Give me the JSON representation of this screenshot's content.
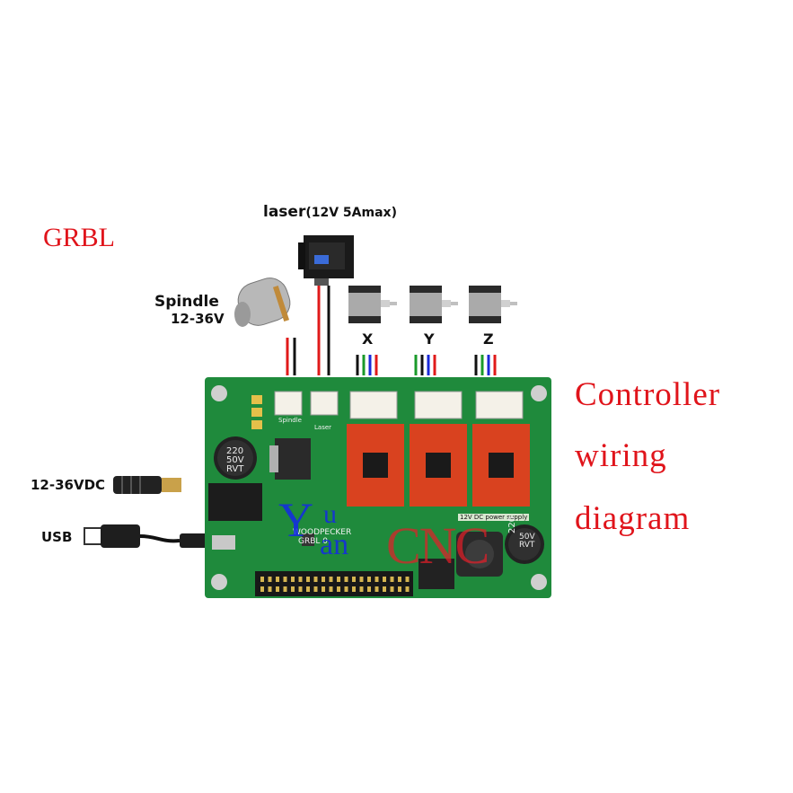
{
  "title": "GRBL",
  "caption": [
    "Controller",
    "wiring",
    "diagram"
  ],
  "laser": {
    "label": "laser",
    "spec": "(12V 5Amax)"
  },
  "spindle": {
    "label": "Spindle",
    "voltage": "12-36V"
  },
  "power_input": "12-36VDC",
  "usb": "USB",
  "axes": [
    "X",
    "Y",
    "Z"
  ],
  "watermark": [
    "Y",
    "u",
    "an",
    "CNC"
  ],
  "board": {
    "model": "WOODPECKER",
    "model_ver": "GRBL 0.",
    "connector_spindle": "Spindle",
    "connector_laser": "Laser",
    "supply_label": "12V DC power supply",
    "cap_left": [
      "220",
      "50V",
      "RVT"
    ],
    "cap_right": [
      "220",
      "50V",
      "RVT"
    ]
  },
  "colors": {
    "caption_red": "#e0141b",
    "pcb_green": "#1f8a3c",
    "driver_red": "#d9421f",
    "watermark_blue": "#1428e6"
  }
}
